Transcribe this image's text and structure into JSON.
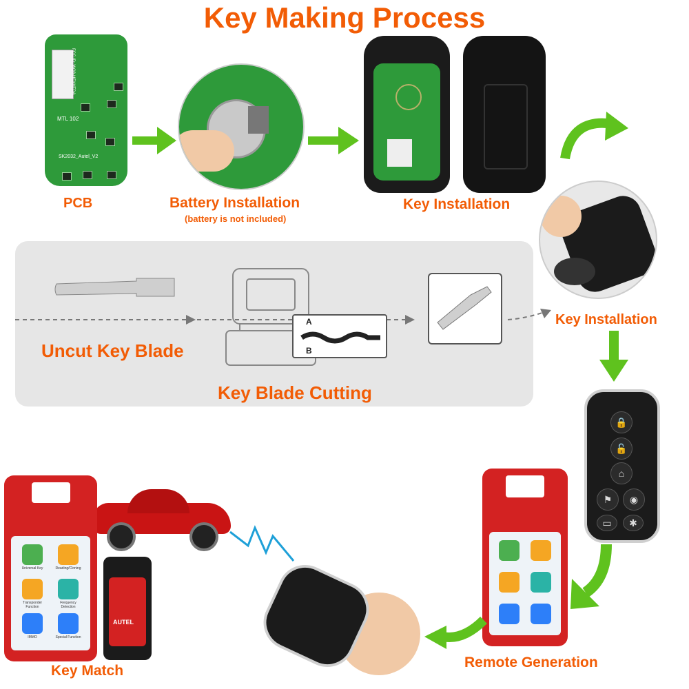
{
  "title": "Key Making Process",
  "steps": {
    "pcb": "PCB",
    "battery": "Battery Installation",
    "battery_note": "(battery is not included)",
    "key_install_1": "Key Installation",
    "key_install_2": "Key Installation",
    "uncut": "Uncut Key Blade",
    "cutting": "Key Blade Cutting",
    "key_match": "Key Match",
    "remote_gen": "Remote Generation"
  },
  "pcb_text": {
    "line1": "FCC ID: WQ8-HEXHTDA",
    "line2": "IC: 2022A-HEXHTDA",
    "line3": "MTL 102",
    "line4": "SK2032_Autel_V2"
  },
  "cutter_markers": {
    "a": "A",
    "b": "B"
  },
  "device_apps": [
    {
      "label": "Universal Key",
      "icon": "key-icon",
      "color": "#4caf50"
    },
    {
      "label": "Reading/Cloning",
      "icon": "clone-icon",
      "color": "#f5a623"
    },
    {
      "label": "Transponder Function",
      "icon": "chip-icon",
      "color": "#f5a623"
    },
    {
      "label": "Frequency Detection",
      "icon": "wave-icon",
      "color": "#2bb3a6"
    },
    {
      "label": "IMMO",
      "icon": "immo-icon",
      "color": "#2d7ff9"
    },
    {
      "label": "Special Function",
      "icon": "info-icon",
      "color": "#2d7ff9"
    }
  ],
  "obd_brand": "AUTEL",
  "colors": {
    "accent": "#f25c05",
    "arrow": "#5fc21e",
    "panel": "#e6e6e6",
    "device": "#d32222",
    "pcb": "#2e9a3a"
  }
}
